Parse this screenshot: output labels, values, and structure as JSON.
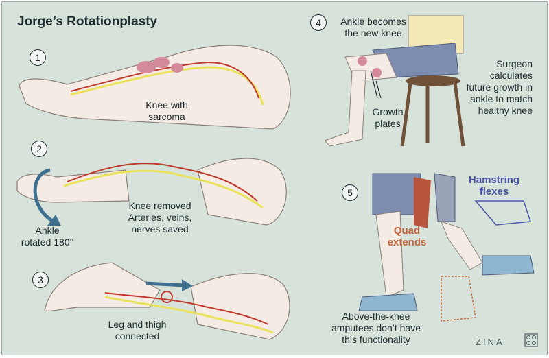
{
  "title": "Jorge’s Rotationplasty",
  "steps": [
    "1",
    "2",
    "3",
    "4",
    "5"
  ],
  "labels": {
    "knee_sarcoma": [
      "Knee with",
      "sarcoma"
    ],
    "ankle_rotated": [
      "Ankle",
      "rotated 180°"
    ],
    "knee_removed": [
      "Knee removed",
      "Arteries, veins,",
      "nerves saved"
    ],
    "leg_thigh": [
      "Leg and thigh",
      "connected"
    ],
    "ankle_new_knee": [
      "Ankle becomes",
      "the new knee"
    ],
    "growth_plates": [
      "Growth",
      "plates"
    ],
    "surgeon": [
      "Surgeon",
      "calculates",
      "future growth in",
      "ankle to match",
      "healthy knee"
    ],
    "hamstring": [
      "Hamstring",
      "flexes"
    ],
    "quad": [
      "Quad",
      "extends"
    ],
    "above_knee": [
      "Above-the-knee",
      "amputees don’t have",
      "this functionality"
    ]
  },
  "signature": "ZINA",
  "colors": {
    "background": "#d7e3da",
    "skin": "#f4ece4",
    "artery": "#c0392b",
    "nerve": "#e9e25a",
    "arrow": "#3f6f8f",
    "hamstring": "#4b54a6",
    "quad": "#c0643c"
  }
}
